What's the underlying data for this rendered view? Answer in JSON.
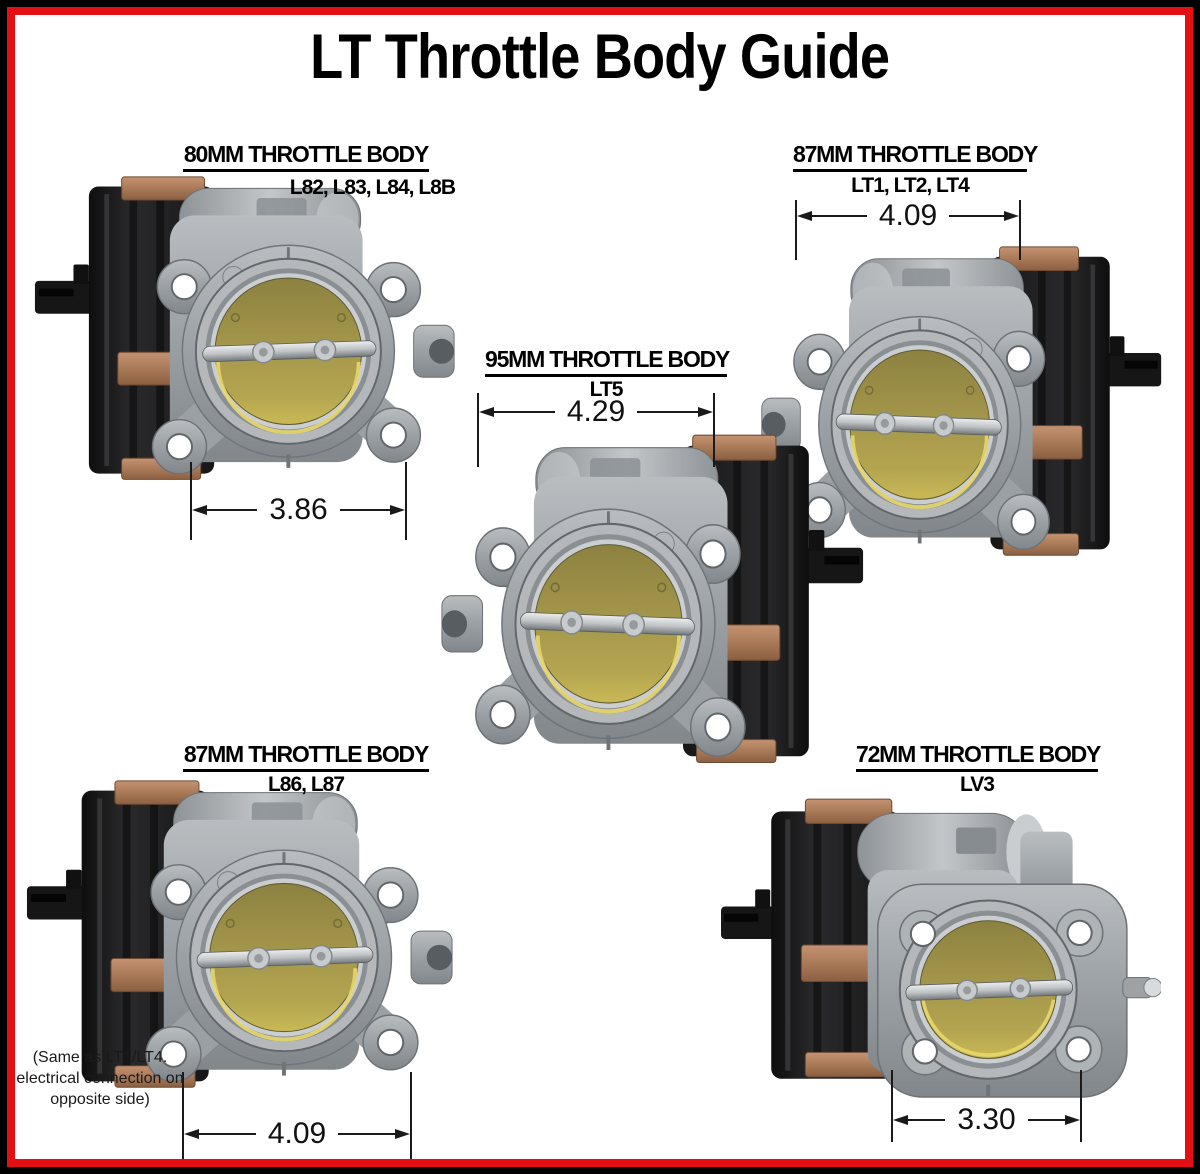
{
  "page": {
    "title": "LT Throttle Body Guide",
    "background": "#ffffff",
    "border_outer_color": "#000000",
    "border_inner_color": "#e40f12"
  },
  "colors": {
    "plate_gold": "#a3964a",
    "housing_gray": "#9aa0a4",
    "motor_black": "#1b1b1d",
    "clip_copper": "#a97a58",
    "dimension_ink": "#1a1a1a"
  },
  "items": [
    {
      "id": "80mm",
      "title": "80MM THROTTLE BODY",
      "engines": "L82, L83, L84, L8B",
      "dimension": "3.86",
      "dimension_position": "below",
      "motor_side": "left"
    },
    {
      "id": "87mm-lt1",
      "title": "87MM THROTTLE BODY",
      "engines": "LT1, LT2, LT4",
      "dimension": "4.09",
      "dimension_position": "above",
      "motor_side": "right"
    },
    {
      "id": "95mm-lt5",
      "title": "95MM THROTTLE BODY",
      "engines": "LT5",
      "dimension": "4.29",
      "dimension_position": "above",
      "motor_side": "right"
    },
    {
      "id": "87mm-l86",
      "title": "87MM THROTTLE BODY",
      "engines": "L86, L87",
      "dimension": "4.09",
      "dimension_position": "below",
      "motor_side": "left",
      "note": "(Same as LT1/LT4. electrical connection on opposite side)"
    },
    {
      "id": "72mm-lv3",
      "title": "72MM THROTTLE BODY",
      "engines": "LV3",
      "dimension": "3.30",
      "dimension_position": "below",
      "motor_side": "left"
    }
  ]
}
